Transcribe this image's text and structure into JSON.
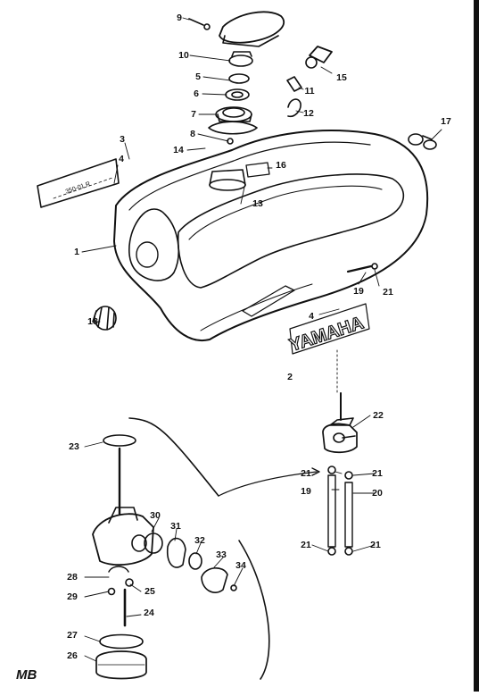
{
  "labels": {
    "p1": "1",
    "p2": "2",
    "p3": "3",
    "p4a": "4",
    "p4b": "4",
    "p5": "5",
    "p6": "6",
    "p7": "7",
    "p8": "8",
    "p9": "9",
    "p10": "10",
    "p11": "11",
    "p12": "12",
    "p13": "13",
    "p14": "14",
    "p15": "15",
    "p16": "16",
    "p17": "17",
    "p18": "18",
    "p19a": "19",
    "p19b": "19",
    "p20": "20",
    "p21a": "21",
    "p21b": "21",
    "p21c": "21",
    "p21d": "21",
    "p21e": "21",
    "p22": "22",
    "p23": "23",
    "p24": "24",
    "p25": "25",
    "p26": "26",
    "p27": "27",
    "p28": "28",
    "p29": "29",
    "p30": "30",
    "p31": "31",
    "p32": "32",
    "p33": "33",
    "p34": "34"
  },
  "tank_badge": "YAMAHA",
  "emblem_text": "350-01 R",
  "corner_mark": "MB"
}
